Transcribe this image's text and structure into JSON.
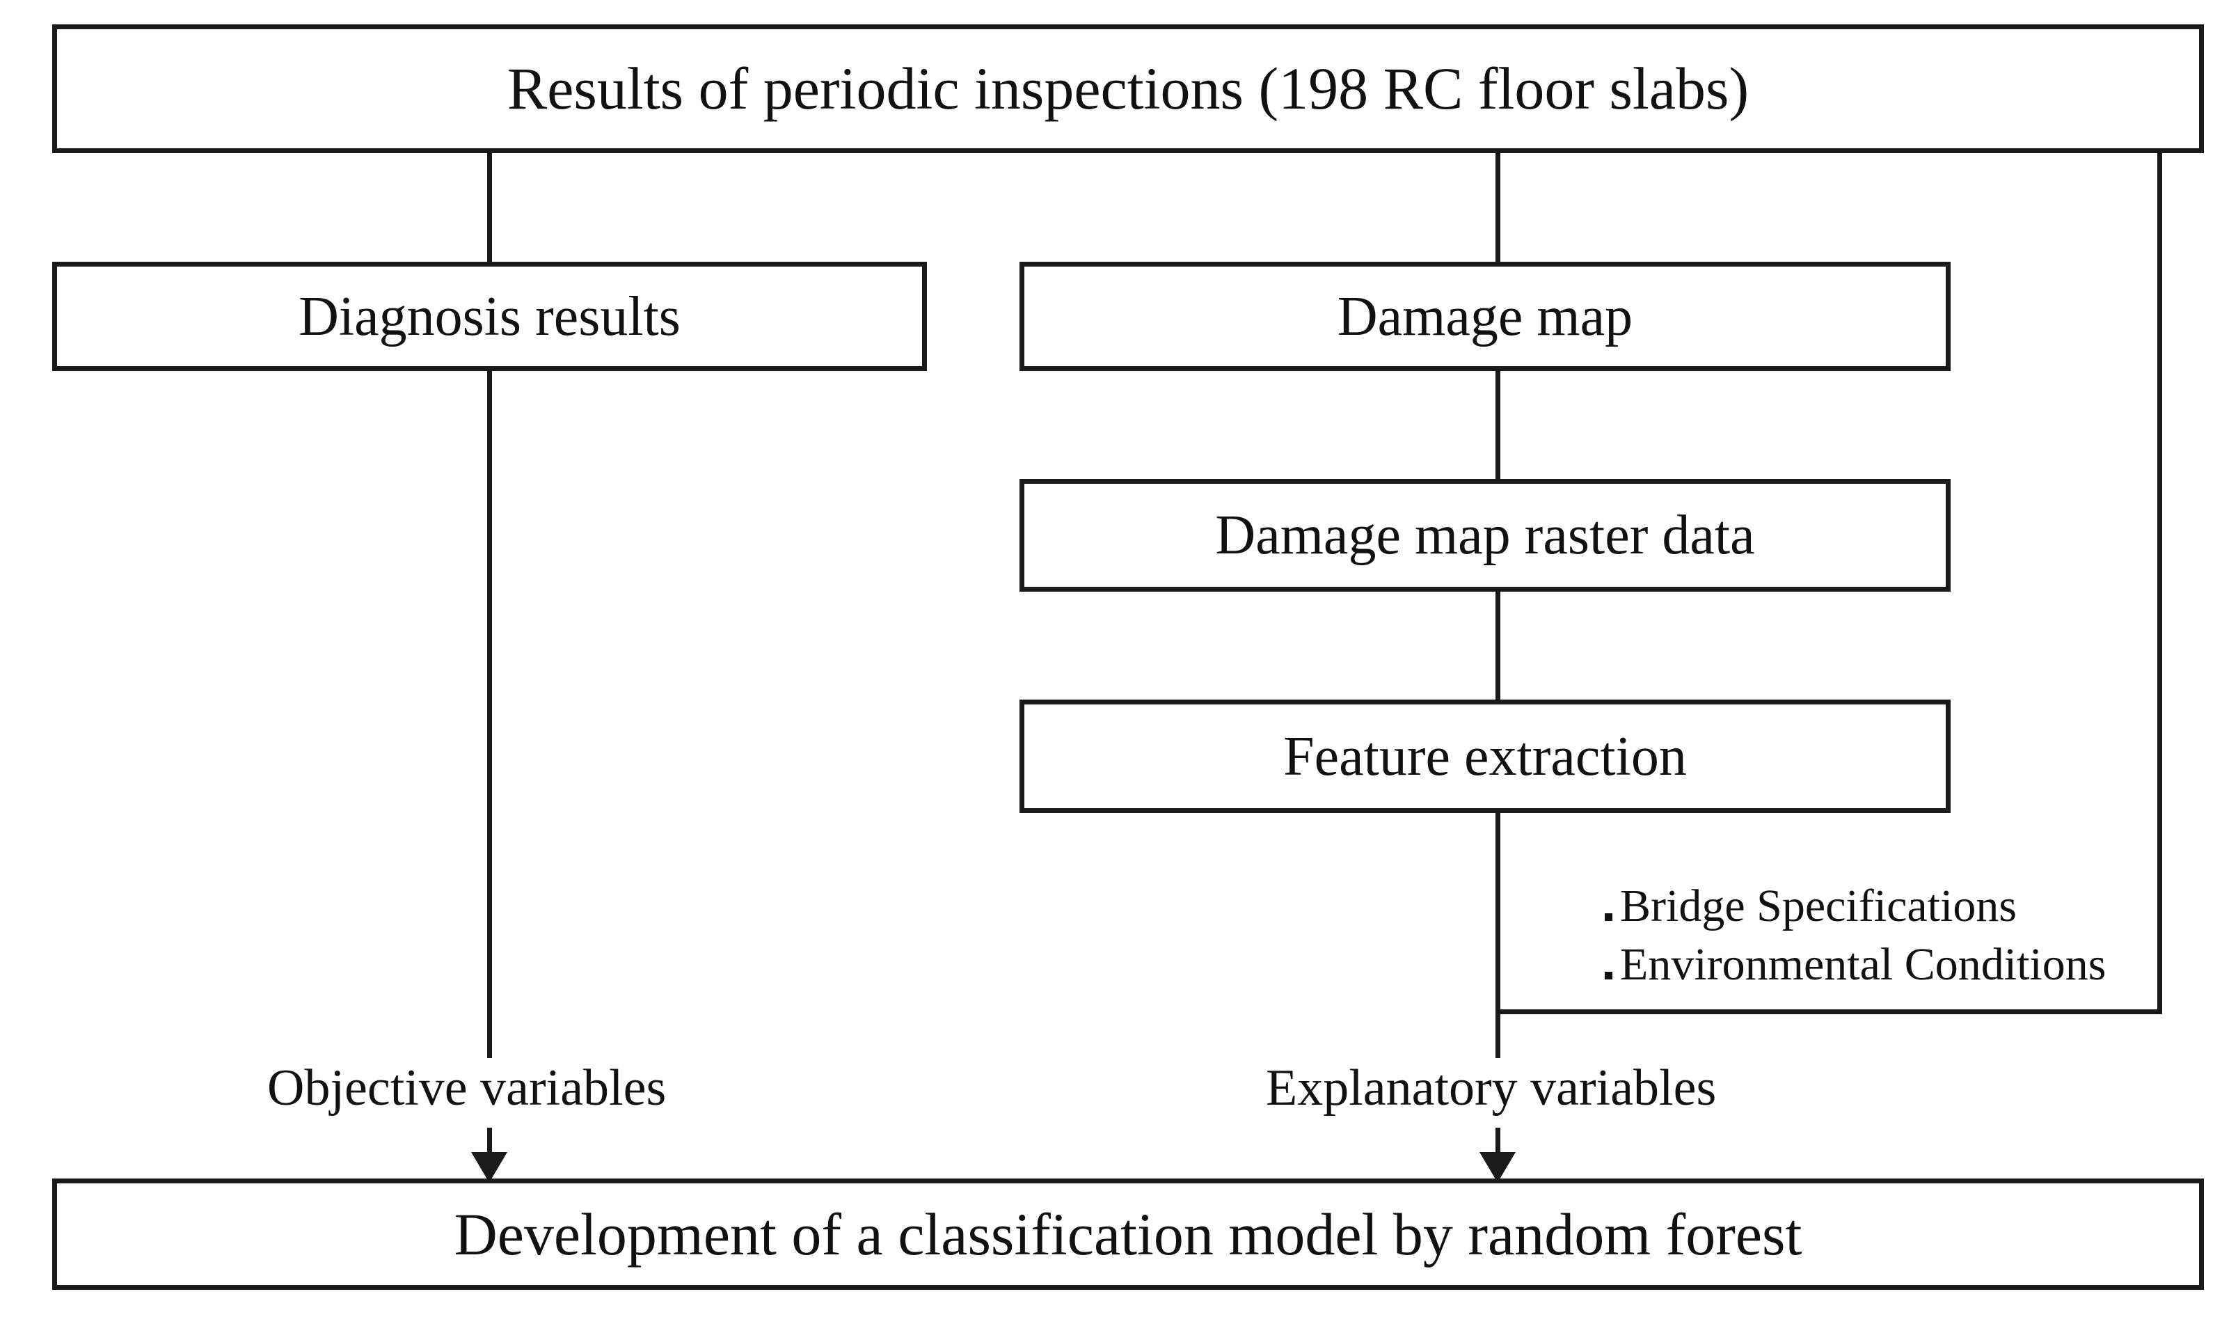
{
  "diagram": {
    "type": "flowchart",
    "title": "Random forest classification model workflow for RC floor slabs",
    "colors": {
      "stroke": "#1a1a1a",
      "text": "#111111",
      "background": "#ffffff"
    },
    "nodes": {
      "top": {
        "id": "periodic-inspections",
        "label": "Results of periodic inspections (198 RC floor slabs)"
      },
      "diagnosis": {
        "id": "diagnosis-results",
        "label": "Diagnosis results"
      },
      "damage_map": {
        "id": "damage-map",
        "label": "Damage map"
      },
      "raster": {
        "id": "damage-map-raster-data",
        "label": "Damage map raster data"
      },
      "feature": {
        "id": "feature-extraction",
        "label": "Feature extraction"
      },
      "bottom": {
        "id": "model-development",
        "label": "Development of a classification model by random forest"
      }
    },
    "bullets": {
      "marker": "square-bullet",
      "items": [
        "Bridge Specifications",
        "Environmental Conditions"
      ]
    },
    "edge_labels": {
      "objective": "Objective  variables",
      "explanatory": "Explanatory  variables"
    }
  }
}
